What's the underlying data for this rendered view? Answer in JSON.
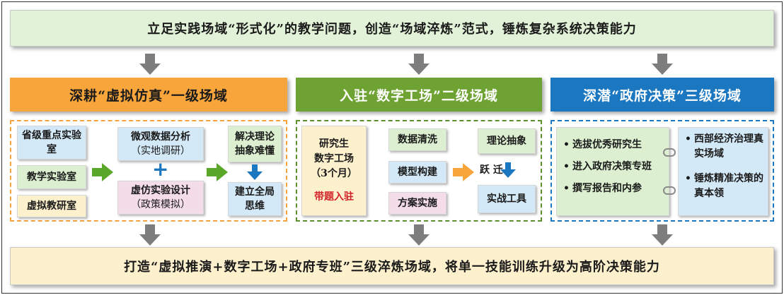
{
  "top_banner": "立足实践场域“形式化”的教学问题，创造“场域淬炼”范式，锤炼复杂系统决策能力",
  "bottom_banner": "打造“虚拟推演+数字工场+政府专班”三级淬炼场域，将单一技能训练升级为高阶决策能力",
  "levels": {
    "level1": {
      "title": "深耕“虚拟仿真”一级场域",
      "lab1": "省级重点实验室",
      "lab2": "教学实验室",
      "lab3": "虚拟教研室",
      "micro_title": "微观数据分析",
      "micro_sub": "（实地调研）",
      "sim_title": "虚仿实验设计",
      "sim_sub": "（政策模拟）",
      "solve": "解决理论抽象难懂",
      "global": "建立全局思维"
    },
    "level2": {
      "title": "入驻“数字工场”二级场域",
      "grad_lines": [
        "研究生",
        "数字工场",
        "（3个月）"
      ],
      "topic": "带题入驻",
      "step1": "数据清洗",
      "step2": "模型构建",
      "step3": "方案实施",
      "abstract": "理论抽象",
      "leap": "跃  迁",
      "tools": "实战工具"
    },
    "level3": {
      "title": "深潜“政府决策”三级场域",
      "items": [
        "选拔优秀研究生",
        "进入政府决策专班",
        "撰写报告和内参"
      ],
      "right_items": [
        "西部经济治理真实场域",
        "锤炼精准决策的真本领"
      ]
    }
  },
  "colors": {
    "level1": "#f8a63c",
    "level2": "#6ea232",
    "level3": "#1b77bf",
    "top_banner_bg": "#e1f2d8",
    "bottom_banner_bg": "#fdf0cc"
  }
}
